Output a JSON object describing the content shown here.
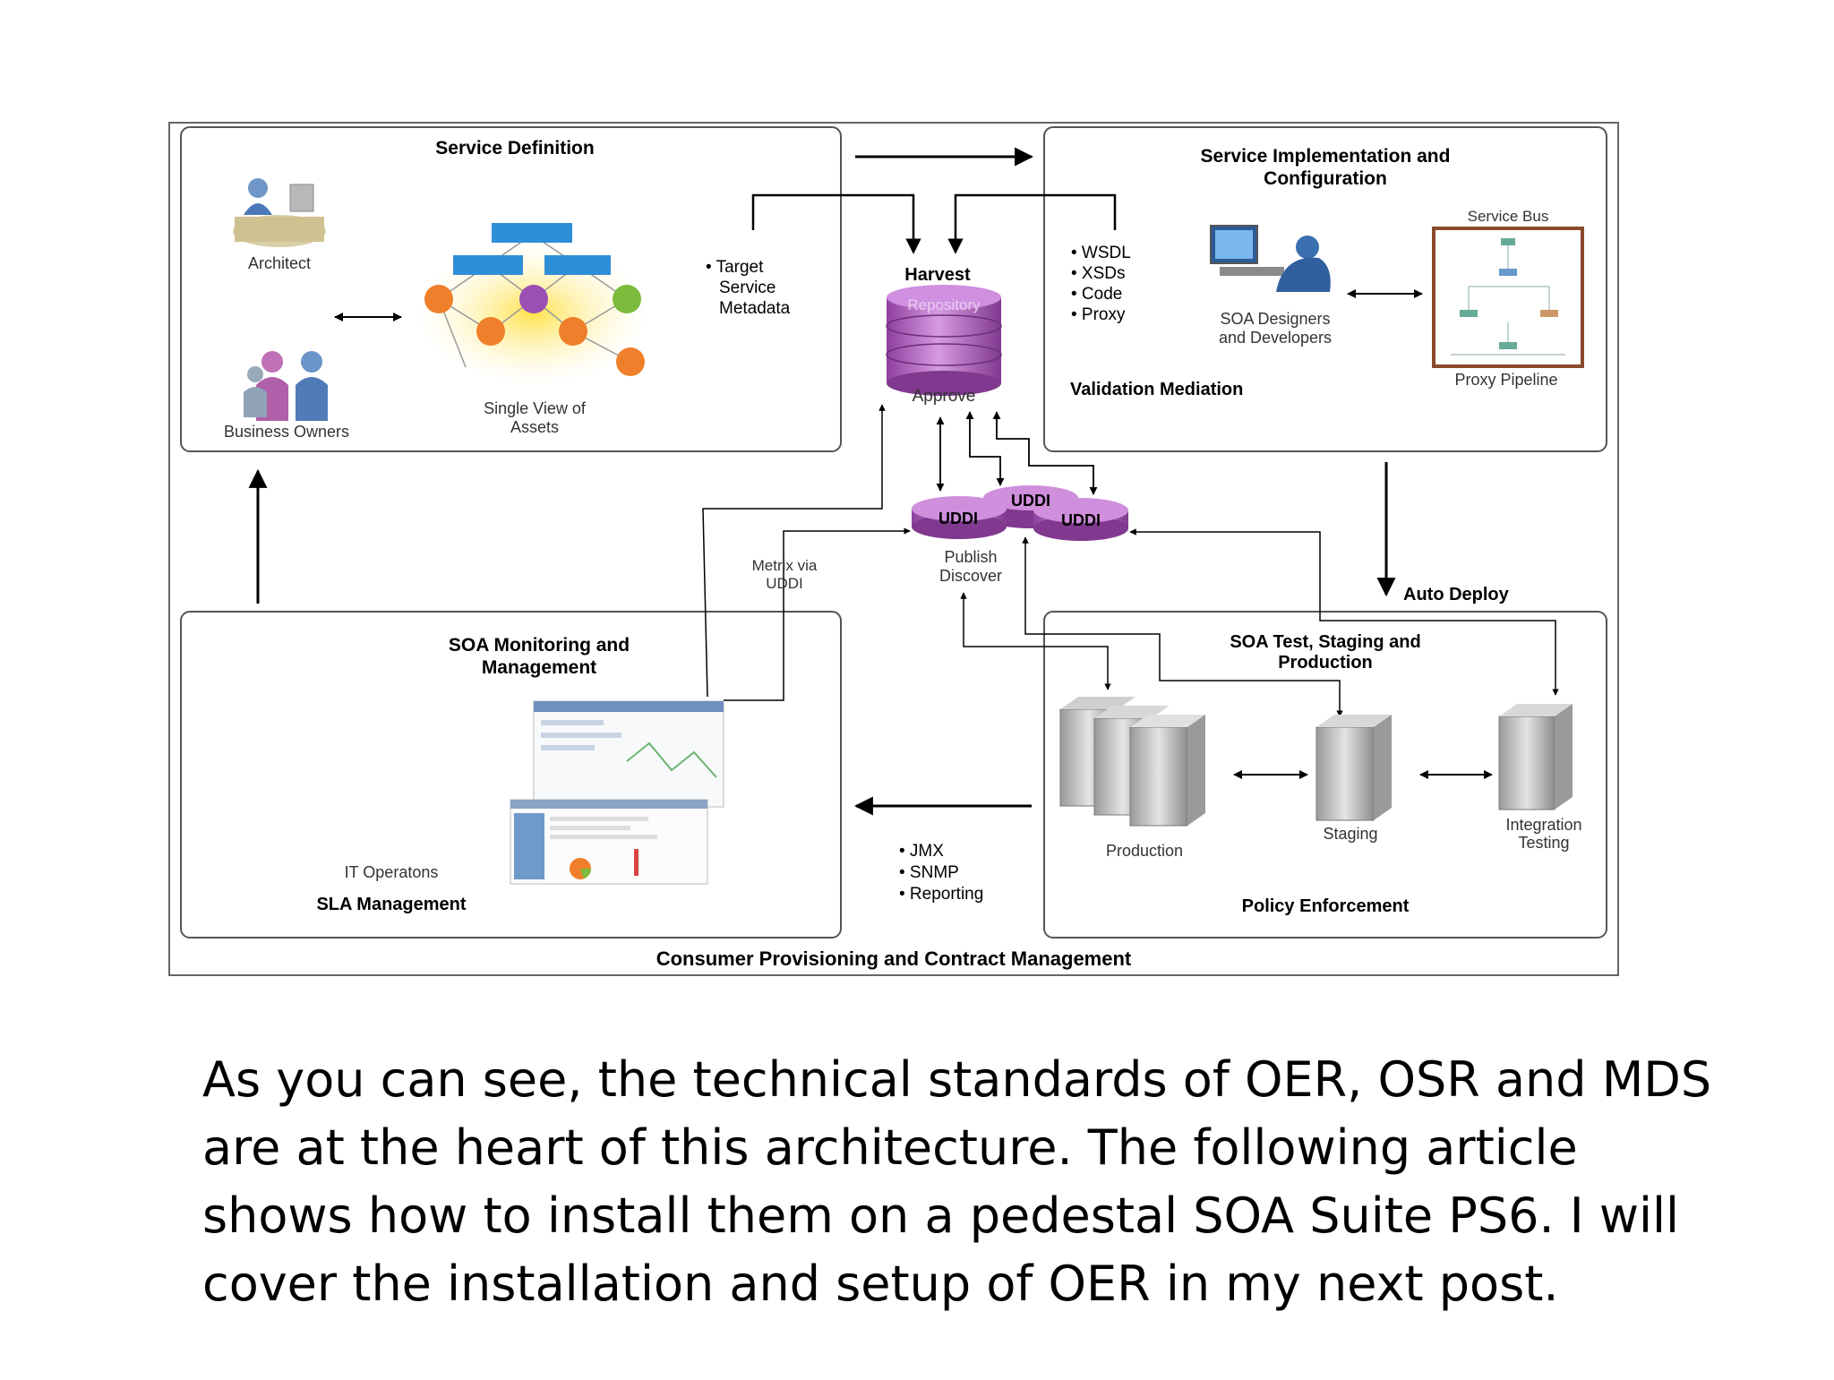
{
  "diagram": {
    "sections": {
      "service_definition": {
        "title": "Service Definition",
        "architect": "Architect",
        "business_owners": "Business Owners",
        "single_view_line1": "Single View of",
        "single_view_line2": "Assets"
      },
      "service_impl": {
        "title_line1": "Service Implementation and",
        "title_line2": "Configuration",
        "service_bus": "Service Bus",
        "designers_line1": "SOA Designers",
        "designers_line2": "and Developers",
        "validation": "Validation Mediation",
        "proxy_pipeline": "Proxy Pipeline"
      },
      "monitoring": {
        "title_line1": "SOA Monitoring and",
        "title_line2": "Management",
        "it_operations": "IT Operatons",
        "sla": "SLA Management"
      },
      "test_staging": {
        "title_line1": "SOA Test, Staging and",
        "title_line2": "Production",
        "production": "Production",
        "staging": "Staging",
        "integration_line1": "Integration",
        "integration_line2": "Testing",
        "policy": "Policy Enforcement"
      }
    },
    "target_list": [
      "• Target",
      "Service",
      "Metadata"
    ],
    "wsdl_list": [
      "• WSDL",
      "• XSDs",
      "• Code",
      "• Proxy"
    ],
    "jmx_list": [
      "• JMX",
      "• SNMP",
      "• Reporting"
    ],
    "harvest": "Harvest",
    "repository": "Repository",
    "approve": "Approve",
    "uddi_label": "UDDI",
    "publish": "Publish",
    "discover": "Discover",
    "metrix_line1": "Metrix via",
    "metrix_line2": "UDDI",
    "auto_deploy": "Auto Deploy",
    "footer": "Consumer Provisioning and Contract Management"
  },
  "caption_lines": [
    "As you can see, the technical standards of OER, OSR and MDS",
    "are at the heart of this architecture. The following article",
    "shows how to install them on a pedestal SOA Suite PS6. I will",
    "cover the installation and setup of OER in my next post."
  ],
  "colors": {
    "purple": "#b06cc0",
    "orange": "#ef7f2a",
    "blue": "#2f8fd6",
    "border": "#555555"
  }
}
